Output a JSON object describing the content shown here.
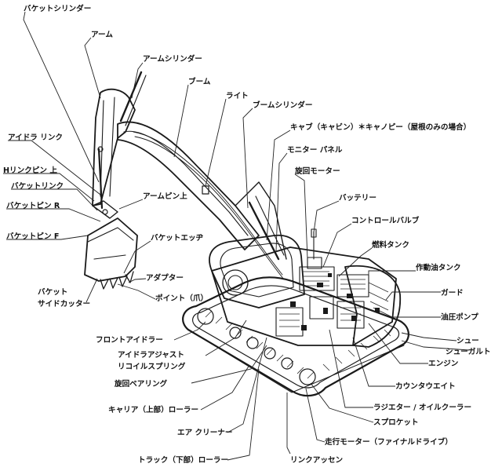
{
  "labels": {
    "bucket_cylinder": "バケットシリンダー",
    "arm": "アーム",
    "arm_cylinder": "アームシリンダー",
    "boom": "ブーム",
    "light": "ライト",
    "boom_cylinder": "ブームシリンダー",
    "cab": "キャブ（キャビン）＊キャノピー（屋根のみの場合）",
    "monitor_panel": "モニター パネル",
    "idler_link": "アイドラ リンク",
    "swing_motor": "旋回モーター",
    "h_link_pin_upper": "Hリンクピン 上",
    "bucket_link": "バケットリンク",
    "arm_pin_upper": "アームピン上",
    "battery": "バッテリー",
    "bucket_pin_r": "バケットピン R",
    "control_valve": "コントロールバルブ",
    "fuel_tank": "燃料タンク",
    "bucket_pin_f": "バケットピン F",
    "bucket_edge": "バケットエッヂ",
    "hydraulic_oil_tank": "作動油タンク",
    "adapter": "アダプター",
    "bucket_side_cutter_1": "バケット",
    "bucket_side_cutter_2": "サイドカッター",
    "point_claw": "ポイント（爪）",
    "guard": "ガード",
    "hydraulic_pump": "油圧ポンプ",
    "front_idler": "フロントアイドラー",
    "shoe": "シュー",
    "shoe_bolt": "シューガルト",
    "idler_adjust_1": "アイドラアジャスト",
    "idler_adjust_2": "リコイルスプリング",
    "engine": "エンジン",
    "swing_bearing": "旋回ベアリング",
    "counterweight": "カウンタウエイト",
    "carrier_roller": "キャリア（上部）ローラー",
    "radiator_oil_cooler": "ラジエター / オイルクーラー",
    "sprocket": "スプロケット",
    "air_cleaner": "エア クリーナー",
    "travel_motor": "走行モーター（ファイナルドライブ）",
    "track_roller": "トラック（下部）ローラー",
    "link_assembly": "リンクアッセン"
  }
}
